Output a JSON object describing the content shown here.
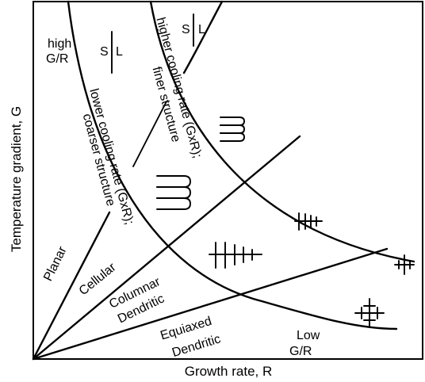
{
  "axes": {
    "y_label": "Temperature gradient, G",
    "x_label": "Growth rate, R"
  },
  "regions": {
    "planar": "Planar",
    "cellular": "Cellular",
    "columnar_1": "Columnar",
    "columnar_2": "Dendritic",
    "equiaxed_1": "Equiaxed",
    "equiaxed_2": "Dendritic"
  },
  "annotations": {
    "high_gr_1": "high",
    "high_gr_2": "G/R",
    "low_gr_1": "Low",
    "low_gr_2": "G/R",
    "lower_cooling_1": "lower cooling rate (GxR);",
    "lower_cooling_2": "coarser structure",
    "higher_cooling_1": "higher cooling rate (GxR);",
    "higher_cooling_2": "finer structure",
    "solid": "S",
    "liquid": "L"
  },
  "colors": {
    "ink": "#000000",
    "background": "#ffffff"
  }
}
